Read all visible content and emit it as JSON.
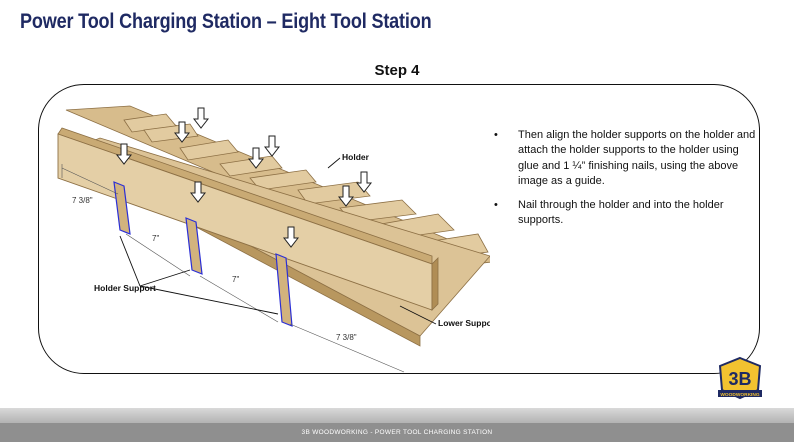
{
  "header": {
    "title": "Power Tool Charging Station – Eight Tool Station"
  },
  "step": {
    "label": "Step 4"
  },
  "drawing": {
    "labels": {
      "holder": "Holder",
      "holder_support": "Holder Support",
      "lower_support": "Lower Support"
    },
    "dimensions": {
      "left_edge": "7 3/8\"",
      "gap_one": "7\"",
      "gap_two": "7\"",
      "right_edge": "7 3/8\""
    }
  },
  "instructions": [
    "Then align the holder supports on the holder and attach the holder supports to the holder using glue and 1 ¼” finishing nails, using the above image as a guide.",
    "Nail through the holder and into the holder supports."
  ],
  "logo": {
    "mark": "3B",
    "caption": "WOODWORKING"
  },
  "footer": {
    "text": "3B WOODWORKING - POWER TOOL CHARGING STATION"
  },
  "colors": {
    "title": "#1f2a63",
    "wood": "#dcc396",
    "wood_edge": "#a88b5a",
    "support_edge": "#2b2fd6"
  }
}
